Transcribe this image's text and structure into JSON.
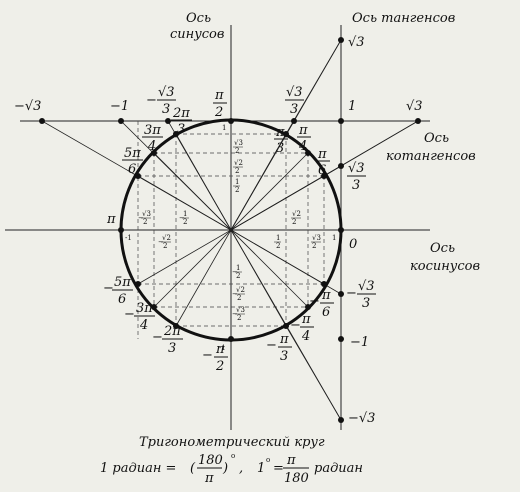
{
  "axes": {
    "sine": [
      "Ось",
      "синусов"
    ],
    "cosine": [
      "Ось",
      "косинусов"
    ],
    "tangent": "Ось тангенсов",
    "cotangent": [
      "Ось",
      "котангенсов"
    ]
  },
  "angles": {
    "pi": "π",
    "zero": "0",
    "pi_over_2": [
      "π",
      "2"
    ],
    "pi_over_3": [
      "π",
      "3"
    ],
    "pi_over_4": [
      "π",
      "4"
    ],
    "pi_over_6": [
      "π",
      "6"
    ],
    "two_pi_over_3": [
      "2π",
      "3"
    ],
    "three_pi_over_4": [
      "3π",
      "4"
    ],
    "five_pi_over_6": [
      "5π",
      "6"
    ],
    "neg_pi_over_2": [
      "−",
      "π",
      "2"
    ],
    "neg_pi_over_3": [
      "−",
      "π",
      "3"
    ],
    "neg_pi_over_4": [
      "−",
      "π",
      "4"
    ],
    "neg_pi_over_6": [
      "−",
      "π",
      "6"
    ],
    "neg_two_pi_over_3": [
      "−",
      "2π",
      "3"
    ],
    "neg_three_pi_over_4": [
      "−",
      "3π",
      "4"
    ],
    "neg_five_pi_over_6": [
      "−",
      "5π",
      "6"
    ]
  },
  "cot_axis": {
    "neg_sqrt3": "−√3",
    "neg_one": "−1",
    "neg_sqrt3_over_3": [
      "−",
      "√3",
      "3"
    ],
    "sqrt3_over_3": [
      "√3",
      "3"
    ],
    "one": "1",
    "sqrt3": "√3"
  },
  "tan_axis": {
    "sqrt3": "√3",
    "sqrt3_over_3": [
      "√3",
      "3"
    ],
    "neg_sqrt3_over_3": [
      "−",
      "√3",
      "3"
    ],
    "neg_one": "−1",
    "neg_sqrt3": "−√3"
  },
  "unit_values": {
    "one": "1",
    "neg_one": "-1",
    "half": [
      "1",
      "2"
    ],
    "neg_half": [
      "−",
      "1",
      "2"
    ],
    "sqrt2_over_2": [
      "√2",
      "2"
    ],
    "neg_sqrt2_over_2": [
      "−",
      "√2",
      "2"
    ],
    "sqrt3_over_2": [
      "√3",
      "2"
    ],
    "neg_sqrt3_over_2": [
      "−",
      "√3",
      "2"
    ]
  },
  "caption": {
    "title": "Тригонометрический круг",
    "radian_prefix": "1 радиан =",
    "radian_num": "180",
    "radian_den": "π",
    "degree_sup": "o",
    "degree_prefix": "1",
    "degree_sup2": "o",
    "equals": "=",
    "degree_num": "π",
    "degree_den": "180",
    "degree_suffix": "радиан"
  }
}
